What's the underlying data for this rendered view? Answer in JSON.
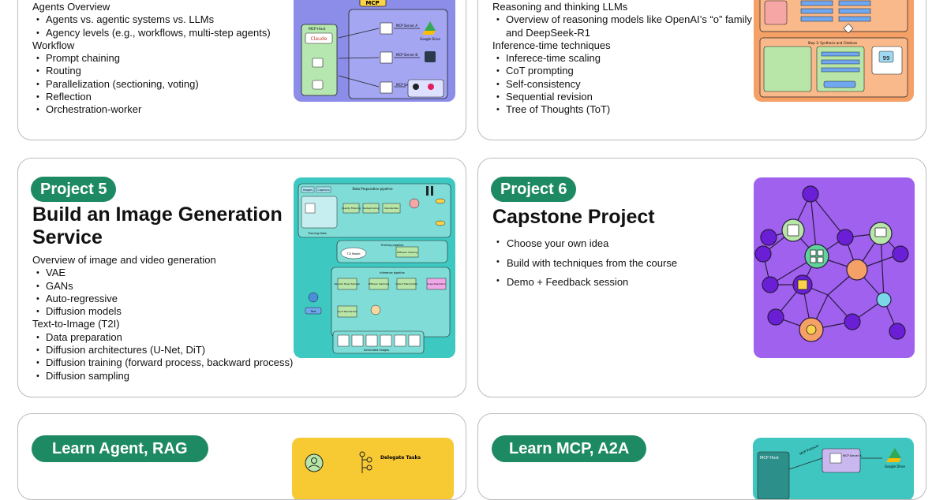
{
  "card_top_left": {
    "lines": [
      {
        "kind": "h",
        "text": "Agents Overview"
      },
      {
        "kind": "b",
        "text": "Agents vs. agentic systems vs. LLMs"
      },
      {
        "kind": "b",
        "text": "Agency levels (e.g., workflows, multi-step agents)"
      },
      {
        "kind": "h",
        "text": "Workflow"
      },
      {
        "kind": "b",
        "text": "Prompt chaining"
      },
      {
        "kind": "b",
        "text": "Routing"
      },
      {
        "kind": "b",
        "text": "Parallelization (sectioning, voting)"
      },
      {
        "kind": "b",
        "text": "Reflection"
      },
      {
        "kind": "b",
        "text": "Orchestration-worker"
      }
    ],
    "diagram": {
      "mcp_label": "MCP",
      "mcp_host_label": "MCP Host",
      "claude_label": "Claude",
      "server_a": "MCP Server A",
      "server_b": "MCP Server B",
      "server_c": "MCP Server C",
      "google_drive": "Google Drive"
    }
  },
  "card_top_right": {
    "lines": [
      {
        "kind": "h",
        "text": "Reasoning and thinking LLMs"
      },
      {
        "kind": "b",
        "text": "Overview of reasoning models like OpenAI’s “o” family"
      },
      {
        "kind": "c",
        "text": "and DeepSeek-R1"
      },
      {
        "kind": "h",
        "text": "Inference-time techniques"
      },
      {
        "kind": "b",
        "text": "Inferece-time scaling"
      },
      {
        "kind": "b",
        "text": "CoT prompting"
      },
      {
        "kind": "b",
        "text": "Self-consistency"
      },
      {
        "kind": "b",
        "text": "Sequential revision"
      },
      {
        "kind": "b",
        "text": "Tree of Thoughts (ToT)"
      }
    ],
    "diagram": {
      "step_label": "Step 3: Synthesis and Citations",
      "quote_glyph": "99"
    }
  },
  "project5": {
    "badge": "Project 5",
    "title_line1": "Build an Image Generation",
    "title_line2": "Service",
    "lines": [
      {
        "kind": "h",
        "text": "Overview of image and video generation"
      },
      {
        "kind": "b",
        "text": "VAE"
      },
      {
        "kind": "b",
        "text": "GANs"
      },
      {
        "kind": "b",
        "text": "Auto-regressive"
      },
      {
        "kind": "b",
        "text": "Diffusion models"
      },
      {
        "kind": "h",
        "text": "Text-to-Image (T2I)"
      },
      {
        "kind": "b",
        "text": "Data preparation"
      },
      {
        "kind": "b",
        "text": "Diffusion architectures (U-Net, DiT)"
      },
      {
        "kind": "b",
        "text": "Diffusion training (forward process, backward process)"
      },
      {
        "kind": "b",
        "text": "Diffusion sampling"
      }
    ],
    "diagram": {
      "images_tag": "Images",
      "captions_tag": "Captions",
      "data_prep_label": "Data Preparation pipeline",
      "training_label": "Training pipeline",
      "inference_label": "Inference pipeline",
      "training_data": "Training Data",
      "quality_filtering": "Quality Filtering",
      "deduplicating": "Deduplicating",
      "standardize": "Standardize",
      "t2i_model": "T2I Model",
      "diffusion_training": "Diffusion Training",
      "random_sample": "Random Noise Sampler",
      "diffusion_sampling": "Diffusion Sampling",
      "output_standardize": "Output Standardize",
      "super_resolution": "Super-Resolution",
      "input_standardize": "Input Standardize",
      "text_label": "Text",
      "generated_images": "Generated Images"
    }
  },
  "project6": {
    "badge": "Project 6",
    "title": "Capstone Project",
    "bullets": [
      "Choose your own idea",
      "Build with techniques from the course",
      "Demo + Feedback session"
    ]
  },
  "bottom_left": {
    "badge": "Learn Agent, RAG",
    "thumb_text": "Delegate Tasks"
  },
  "bottom_right": {
    "badge": "Learn MCP, A2A",
    "mcp_host": "MCP Host",
    "mcp_protocol": "MCP Protocol",
    "server_a": "MCP Server A",
    "google_drive": "Google Drive"
  },
  "colors": {
    "badge_green": "#1d8a63",
    "mcp_purple": "#8b8de8",
    "reasoning_orange": "#f5a066",
    "image_gen_teal": "#3dc9c2",
    "capstone_purple": "#9f61ee",
    "rag_yellow": "#f7c933",
    "mcp_teal": "#3fc6c1"
  }
}
